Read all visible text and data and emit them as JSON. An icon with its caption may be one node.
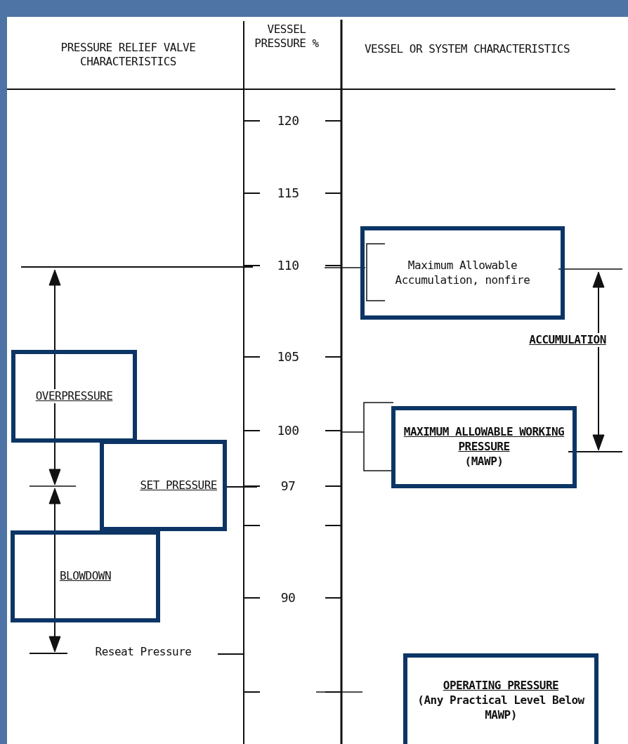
{
  "diagram": {
    "nodes": [
      {
        "text": [
          "Maximum Allowable Accumulation, nonfire"
        ]
      },
      {
        "text": [
          "OVERPRESSURE"
        ]
      },
      {
        "text": [
          "SET PRESSURE"
        ]
      },
      {
        "text": [
          "BLOWDOWN"
        ]
      },
      {
        "text": [
          "MAXIMUM ALLOWABLE WORKING PRESSURE",
          "(MAWP)"
        ]
      },
      {
        "text": [
          "OPERATING PRESSURE",
          "(Any Practical Level Below MAWP)"
        ]
      }
    ],
    "labels": [
      "PRESSURE RELIEF VALVE CHARACTERISTICS",
      "VESSEL PRESSURE %",
      "VESSEL OR SYSTEM CHARACTERISTICS",
      "120",
      "115",
      "110",
      "ACCUMULATION",
      "105",
      "100",
      "97",
      "90",
      "Reseat Pressure"
    ]
  }
}
